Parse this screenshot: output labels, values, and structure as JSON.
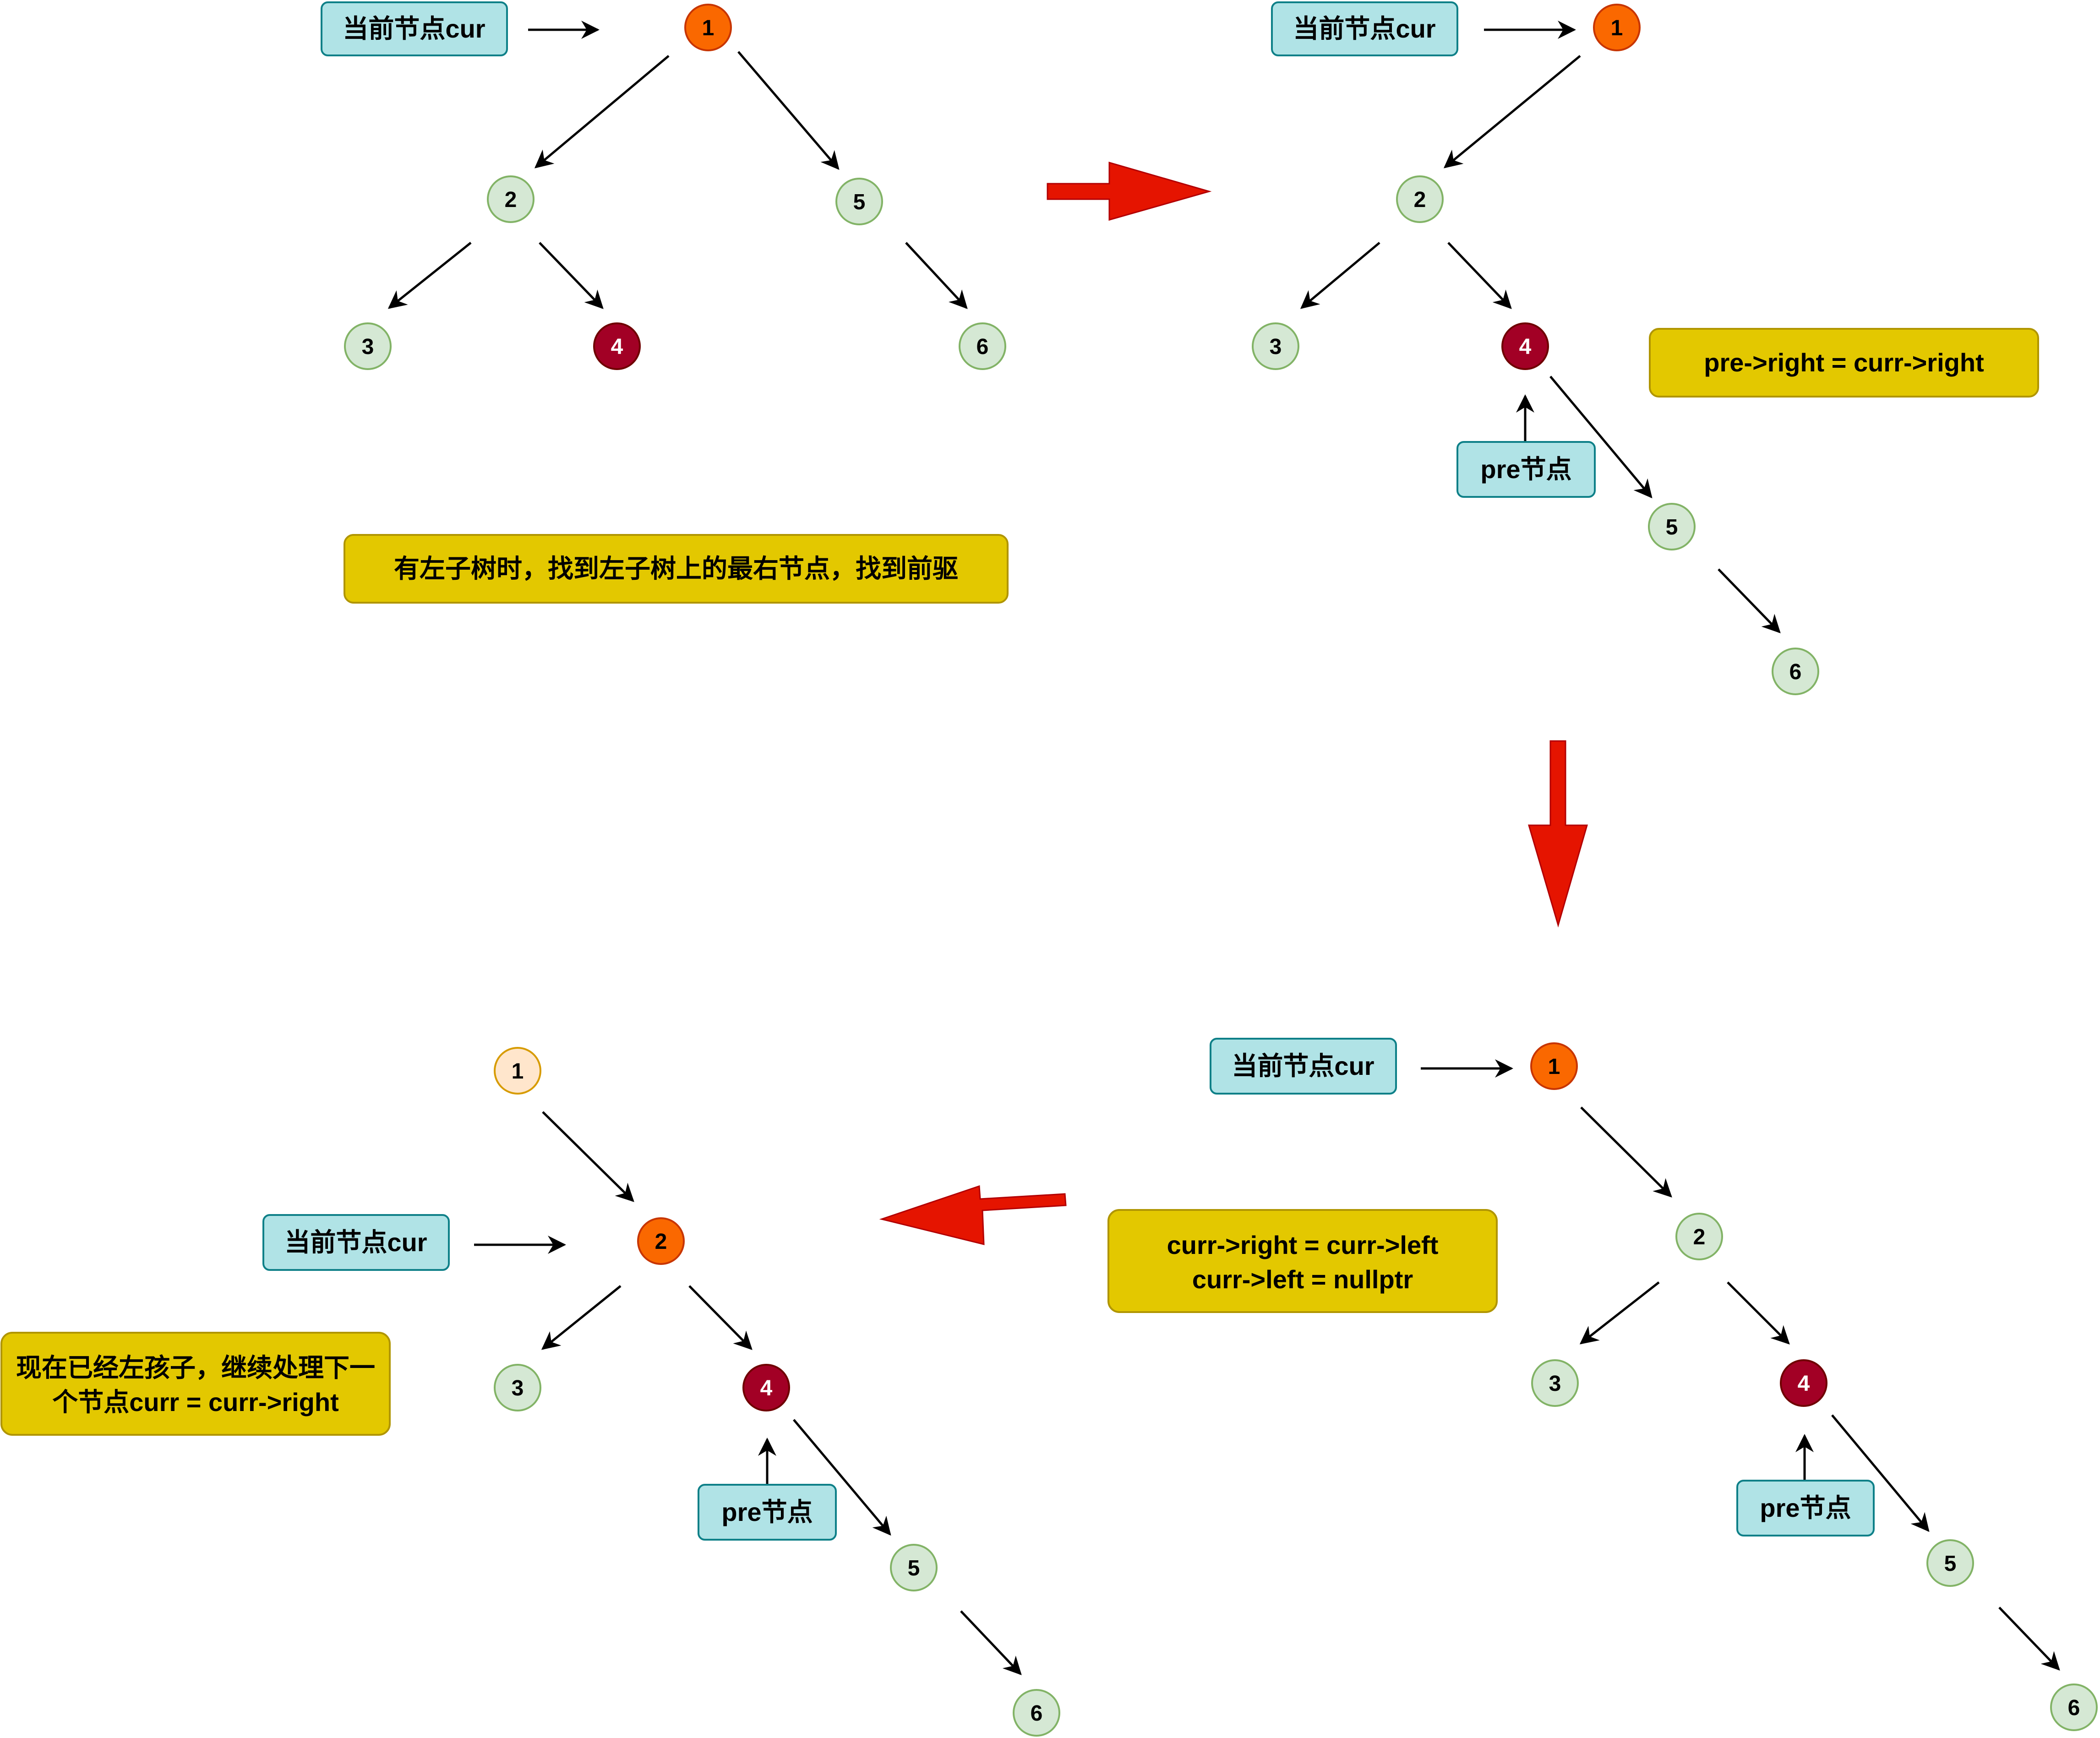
{
  "colors": {
    "node_plain_fill": "#d5e8d4",
    "node_plain_stroke": "#82b366",
    "node_cur_fill": "#fa6800",
    "node_cur_stroke": "#c73500",
    "node_pre_fill": "#a20025",
    "node_pre_stroke": "#6f0000",
    "node_faded_fill": "#ffe6cc",
    "node_faded_stroke": "#d79b00",
    "label_fill": "#b0e3e6",
    "label_stroke": "#0e8088",
    "note_fill": "#e3c800",
    "note_stroke": "#b09500",
    "transition_arrow": "#e51400",
    "edge": "#000000"
  },
  "steps": [
    {
      "id": "step1",
      "nodes": [
        {
          "label": "1",
          "style": "cur"
        },
        {
          "label": "2",
          "style": "plain"
        },
        {
          "label": "5",
          "style": "plain"
        },
        {
          "label": "3",
          "style": "plain"
        },
        {
          "label": "4",
          "style": "pre"
        },
        {
          "label": "6",
          "style": "plain"
        }
      ],
      "cur_label": "当前节点cur",
      "note": "有左子树时，找到左子树上的最右节点，找到前驱"
    },
    {
      "id": "step2",
      "nodes": [
        {
          "label": "1",
          "style": "cur"
        },
        {
          "label": "2",
          "style": "plain"
        },
        {
          "label": "3",
          "style": "plain"
        },
        {
          "label": "4",
          "style": "pre"
        },
        {
          "label": "5",
          "style": "plain"
        },
        {
          "label": "6",
          "style": "plain"
        }
      ],
      "cur_label": "当前节点cur",
      "pre_label": "pre节点",
      "note": "pre->right = curr->right"
    },
    {
      "id": "step3",
      "nodes": [
        {
          "label": "1",
          "style": "cur"
        },
        {
          "label": "2",
          "style": "plain"
        },
        {
          "label": "3",
          "style": "plain"
        },
        {
          "label": "4",
          "style": "pre"
        },
        {
          "label": "5",
          "style": "plain"
        },
        {
          "label": "6",
          "style": "plain"
        }
      ],
      "cur_label": "当前节点cur",
      "pre_label": "pre节点",
      "note_lines": [
        "curr->right = curr->left",
        "curr->left = nullptr"
      ]
    },
    {
      "id": "step4",
      "nodes": [
        {
          "label": "1",
          "style": "faded"
        },
        {
          "label": "2",
          "style": "cur"
        },
        {
          "label": "3",
          "style": "plain"
        },
        {
          "label": "4",
          "style": "pre"
        },
        {
          "label": "5",
          "style": "plain"
        },
        {
          "label": "6",
          "style": "plain"
        }
      ],
      "cur_label": "当前节点cur",
      "pre_label": "pre节点",
      "note_lines": [
        "现在已经左孩子，继续处理下一",
        "个节点curr = curr->right"
      ]
    }
  ]
}
